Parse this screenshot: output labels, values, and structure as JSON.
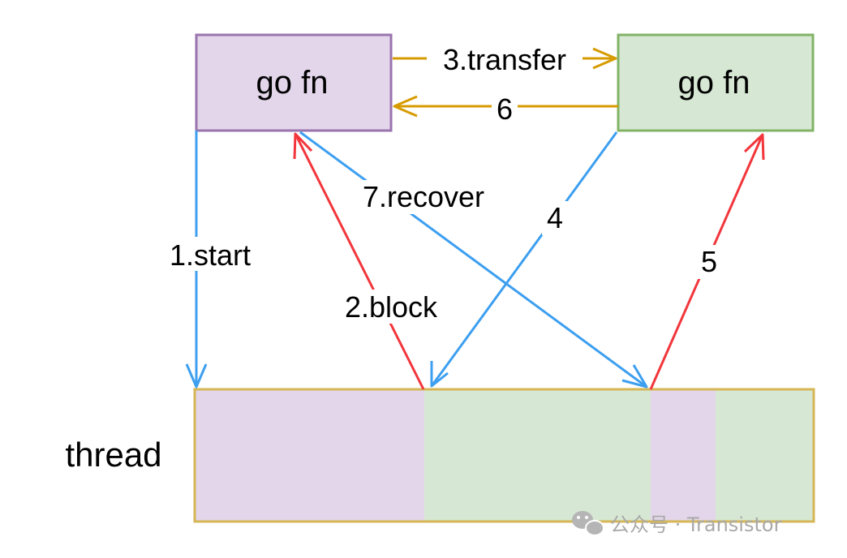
{
  "nodes": {
    "left": {
      "label": "go fn",
      "fill": "#e3d6ea",
      "stroke": "#9a74ae"
    },
    "right": {
      "label": "go fn",
      "fill": "#d6e8d4",
      "stroke": "#82b366"
    }
  },
  "thread": {
    "label": "thread",
    "stroke": "#d6b656",
    "segments": [
      {
        "owner": "left",
        "fill": "#e3d6ea"
      },
      {
        "owner": "right",
        "fill": "#d6e8d4"
      },
      {
        "owner": "left",
        "fill": "#e3d6ea"
      },
      {
        "owner": "right",
        "fill": "#d6e8d4"
      }
    ]
  },
  "edges": [
    {
      "id": "start",
      "label": "1.start",
      "color": "#3d9ff0"
    },
    {
      "id": "block",
      "label": "2.block",
      "color": "#f2363c"
    },
    {
      "id": "transfer",
      "label": "3.transfer",
      "color": "#d79b00"
    },
    {
      "id": "four",
      "label": "4",
      "color": "#3d9ff0"
    },
    {
      "id": "five",
      "label": "5",
      "color": "#f2363c"
    },
    {
      "id": "six",
      "label": "6",
      "color": "#d79b00"
    },
    {
      "id": "recover",
      "label": "7.recover",
      "color": "#3d9ff0"
    }
  ],
  "watermark": {
    "text": "公众号 · Transistor",
    "icon": "wechat-icon"
  }
}
